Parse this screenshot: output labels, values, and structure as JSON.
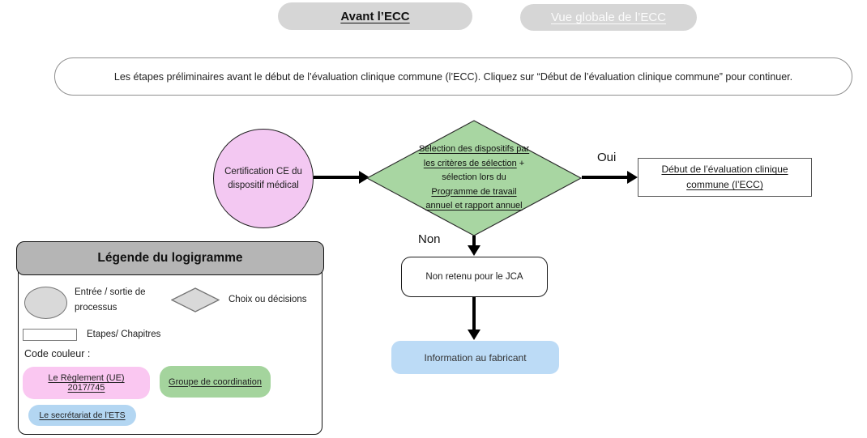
{
  "tabs": {
    "active": "Avant l’ECC",
    "inactive": "Vue globale de l’ECC"
  },
  "instruction": "Les étapes préliminaires avant le début de l’évaluation clinique commune (l’ECC). Cliquez sur “Début de l’évaluation clinique commune” pour continuer.",
  "flow": {
    "start_circle": "Certification CE du dispositif médical",
    "diamond_lines": [
      {
        "u": "Sélection des dispositifs par",
        "rest": ""
      },
      {
        "u": "les critères de sélection",
        "rest": " +"
      },
      {
        "u": "",
        "rest": "sélection lors du"
      },
      {
        "u": "Programme de travail",
        "rest": ""
      },
      {
        "u": "annuel et rapport annuel",
        "rest": ""
      }
    ],
    "oui_label": "Oui",
    "non_label": "Non",
    "ecc_box": "Début de l’évaluation clinique commune (l’ECC)",
    "not_retained_box": "Non retenu pour le JCA",
    "info_box": "Information au fabricant"
  },
  "legend": {
    "title": "Légende du logigramme",
    "ellipse_label": "Entrée / sortie de processus",
    "diamond_label": "Choix ou décisions",
    "rect_label": "Etapes/ Chapitres",
    "color_code_label": "Code couleur :",
    "badges": [
      {
        "label": "Le Règlement (UE) 2017/745",
        "color": "#fac7f1"
      },
      {
        "label": "Groupe de coordination",
        "color": "#a4d49d"
      },
      {
        "label": "Le secrétariat de l’ETS ",
        "color": "#b3d6f2"
      }
    ]
  },
  "colors": {
    "pink": "#f3c8f2",
    "green": "#a8d6a2",
    "blue": "#bcdbf6",
    "tab_bg": "#d6d6d6",
    "legend_header_bg": "#b5b5b5",
    "legend_shape_gray": "#d9d9d9",
    "arrow_black": "#000000"
  }
}
